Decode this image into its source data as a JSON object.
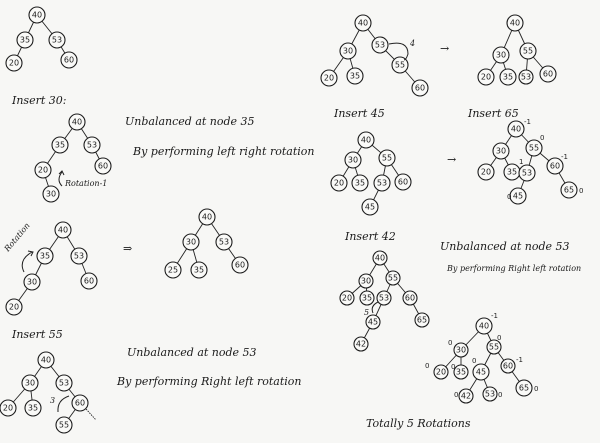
{
  "title": "AVL tree insertion steps (handwritten notes)",
  "notes": {
    "insert_30": "Insert 30:",
    "unbalanced_35": "Unbalanced at node 35",
    "perform_lr": "By performing left right rotation",
    "rotation_1": "Rotation-1",
    "rotation_2": "Rotation",
    "implies": "⇒",
    "insert_55": "Insert 55",
    "unbalanced_53_a": "Unbalanced at node 53",
    "perform_rl_a": "By performing Right left rotation",
    "rotation_3_mark": "3",
    "rotation_4_mark": "4",
    "arrow_right": "→",
    "insert_45": "Insert 45",
    "insert_65": "Insert 65",
    "insert_42": "Insert 42",
    "unbalanced_53_b": "Unbalanced at node 53",
    "perform_rl_b": "By performing Right left rotation",
    "rotation_5_mark": "5",
    "total": "Totally 5 Rotations"
  },
  "trees": {
    "t1": {
      "nodes": [
        "40",
        "35",
        "53",
        "20",
        "60"
      ]
    },
    "t2": {
      "nodes": [
        "40",
        "35",
        "53",
        "20",
        "60",
        "30"
      ]
    },
    "t3a": {
      "nodes": [
        "40",
        "35",
        "53",
        "30",
        "60",
        "20"
      ]
    },
    "t3b": {
      "nodes": [
        "40",
        "30",
        "53",
        "25",
        "35",
        "60"
      ]
    },
    "t4": {
      "nodes": [
        "40",
        "30",
        "53",
        "20",
        "35",
        "60",
        "55"
      ]
    },
    "t5a": {
      "nodes": [
        "40",
        "30",
        "53",
        "20",
        "35",
        "55",
        "60"
      ]
    },
    "t5b": {
      "nodes": [
        "40",
        "30",
        "55",
        "20",
        "35",
        "53",
        "60"
      ]
    },
    "t6": {
      "nodes": [
        "40",
        "30",
        "55",
        "20",
        "35",
        "53",
        "60",
        "45"
      ]
    },
    "t7": {
      "nodes": [
        "40",
        "30",
        "55",
        "20",
        "35",
        "53",
        "60",
        "45",
        "65"
      ],
      "balance": [
        "-1",
        "0",
        "1",
        "-1",
        "0",
        "0"
      ]
    },
    "t8": {
      "nodes": [
        "40",
        "30",
        "55",
        "20",
        "35",
        "53",
        "60",
        "45",
        "65",
        "42"
      ]
    },
    "t9": {
      "nodes": [
        "40",
        "30",
        "55",
        "20",
        "35",
        "45",
        "60",
        "42",
        "53",
        "65"
      ],
      "balance": [
        "-1",
        "0",
        "0",
        "0",
        "0",
        "0",
        "-1",
        "0",
        "0",
        "0"
      ]
    }
  }
}
